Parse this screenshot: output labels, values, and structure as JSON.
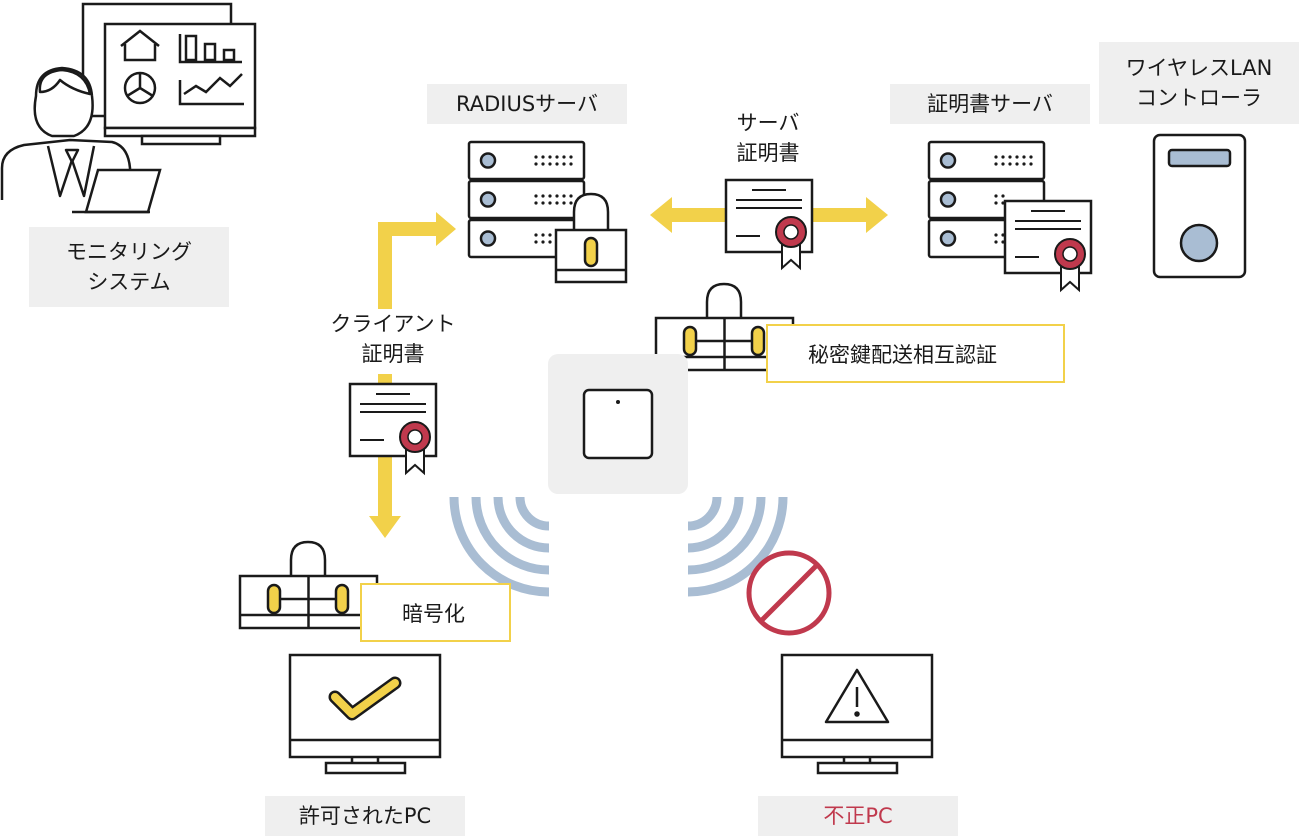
{
  "labels": {
    "monitoring": [
      "モニタリング",
      "システム"
    ],
    "radius_server": "RADIUSサーバ",
    "server_certificate": [
      "サーバ",
      "証明書"
    ],
    "cert_server": "証明書サーバ",
    "wlan_controller": [
      "ワイヤレスLAN",
      "コントローラ"
    ],
    "client_certificate": [
      "クライアント",
      "証明書"
    ],
    "mutual_auth": "秘密鍵配送相互認証",
    "encryption": "暗号化",
    "allowed_pc": "許可されたPC",
    "unauthorized_pc": "不正PC"
  },
  "colors": {
    "arrow_yellow": "#f2d14a",
    "outline": "#1a1a1a",
    "wave_blue": "#a9bdd3",
    "ban_red": "#c0394d",
    "label_bg": "#efefef",
    "seal_red": "#c0394d"
  },
  "icons": [
    "monitoring-person-icon",
    "dashboard-monitor-icon",
    "laptop-icon",
    "server-rack-icon",
    "padlock-icon",
    "certificate-icon",
    "wireless-controller-icon",
    "access-point-icon",
    "wifi-waves-icon",
    "ban-icon",
    "check-icon",
    "warning-icon",
    "key-lock-icon"
  ]
}
